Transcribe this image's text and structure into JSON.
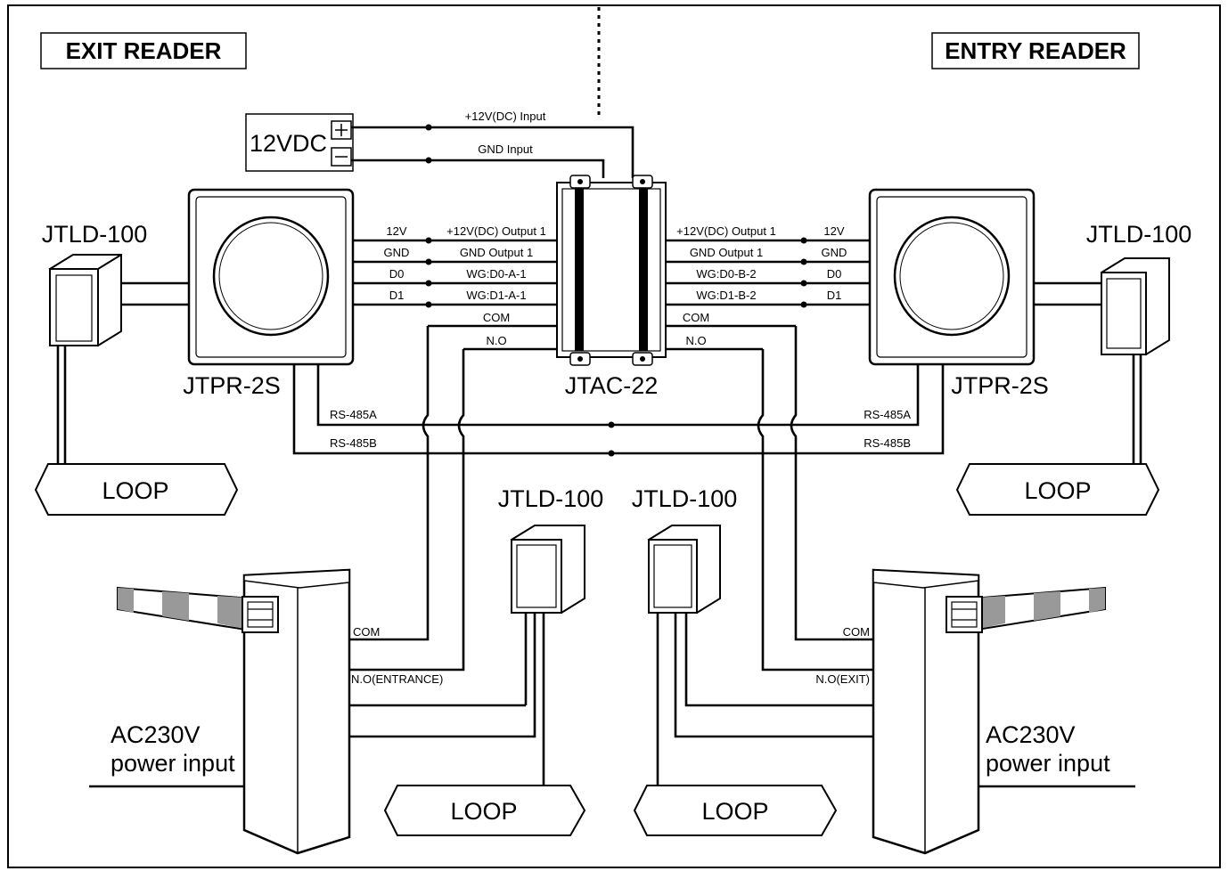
{
  "titles": {
    "exit_reader": "EXIT READER",
    "entry_reader": "ENTRY READER"
  },
  "power_supply": {
    "label": "12VDC",
    "plus_input": "+12V(DC) Input",
    "gnd_input": "GND Input"
  },
  "controller": {
    "label": "JTAC-22"
  },
  "readers": {
    "left_label": "JTPR-2S",
    "right_label": "JTPR-2S"
  },
  "detectors": {
    "left": "JTLD-100",
    "right": "JTLD-100",
    "center_left": "JTLD-100",
    "center_right": "JTLD-100"
  },
  "loops": {
    "top_left": "LOOP",
    "top_right": "LOOP",
    "bottom_left": "LOOP",
    "bottom_right": "LOOP"
  },
  "wires_left": {
    "reader_pins": [
      "12V",
      "GND",
      "D0",
      "D1"
    ],
    "controller_pins": [
      "+12V(DC) Output 1",
      "GND Output 1",
      "WG:D0-A-1",
      "WG:D1-A-1"
    ],
    "com": "COM",
    "no": "N.O"
  },
  "wires_right": {
    "reader_pins": [
      "12V",
      "GND",
      "D0",
      "D1"
    ],
    "controller_pins": [
      "+12V(DC) Output 1",
      "GND Output 1",
      "WG:D0-B-2",
      "WG:D1-B-2"
    ],
    "com": "COM",
    "no": "N.O"
  },
  "rs485": {
    "left_a": "RS-485A",
    "left_b": "RS-485B",
    "right_a": "RS-485A",
    "right_b": "RS-485B"
  },
  "barriers": {
    "left_com": "COM",
    "left_no": "N.O(ENTRANCE)",
    "right_com": "COM",
    "right_no": "N.O(EXIT)"
  },
  "power_input": {
    "left_line1": "AC230V",
    "left_line2": "power input",
    "right_line1": "AC230V",
    "right_line2": "power input"
  }
}
